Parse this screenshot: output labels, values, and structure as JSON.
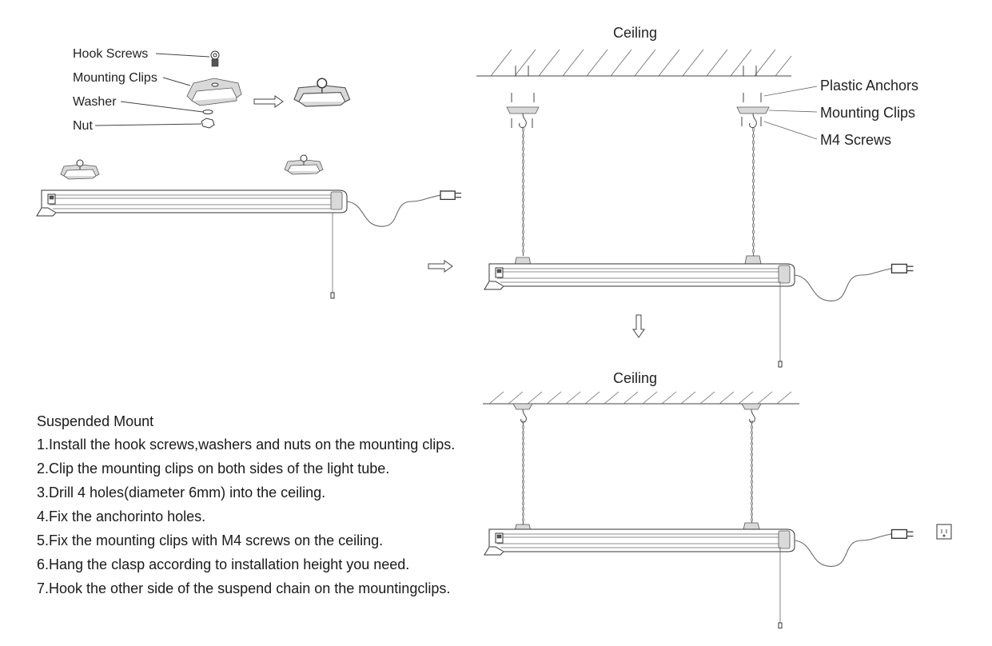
{
  "parts_labels": {
    "hook_screws": "Hook Screws",
    "mounting_clips": "Mounting Clips",
    "washer": "Washer",
    "nut": "Nut"
  },
  "ceiling_labels": {
    "top": "Ceiling",
    "bottom": "Ceiling"
  },
  "callouts": {
    "plastic_anchors": "Plastic Anchors",
    "mounting_clips": "Mounting Clips",
    "m4_screws": "M4 Screws"
  },
  "instructions": {
    "title": "Suspended Mount",
    "steps": [
      "1.Install the hook screws,washers and nuts on the mounting clips.",
      "2.Clip the mounting clips on both sides of the light tube.",
      "3.Drill 4 holes(diameter 6mm) into the ceiling.",
      "4.Fix the anchorinto holes.",
      "5.Fix the mounting clips with M4 screws on the ceiling.",
      "6.Hang the clasp according to installation height you need.",
      "7.Hook the other side of the suspend chain on the mountingclips."
    ]
  },
  "colors": {
    "line": "#444444",
    "fill_gray": "#d9d9d9",
    "text": "#222222"
  }
}
